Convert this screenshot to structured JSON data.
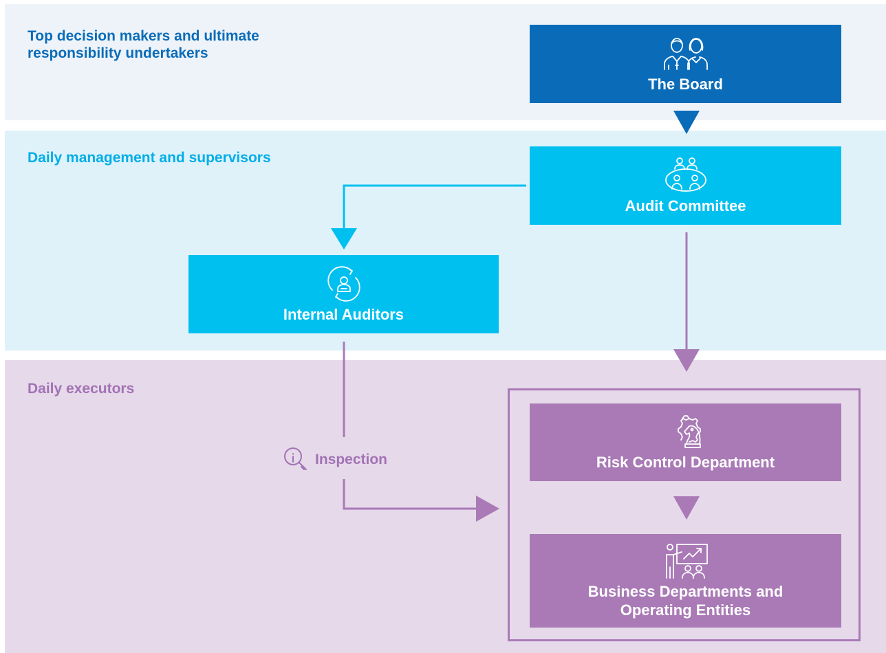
{
  "tiers": {
    "top": "Top decision makers and ultimate responsibility undertakers",
    "middle": "Daily management and supervisors",
    "bottom": "Daily executors"
  },
  "nodes": {
    "board": "The Board",
    "audit_committee": "Audit Committee",
    "internal_auditors": "Internal Auditors",
    "risk_control": "Risk Control Department",
    "business": "Business Departments and Operating Entities"
  },
  "edges": {
    "inspection": "Inspection"
  },
  "colors": {
    "dark_blue": "#0a6cb8",
    "light_blue": "#00c0f0",
    "purple": "#a97ab6"
  }
}
